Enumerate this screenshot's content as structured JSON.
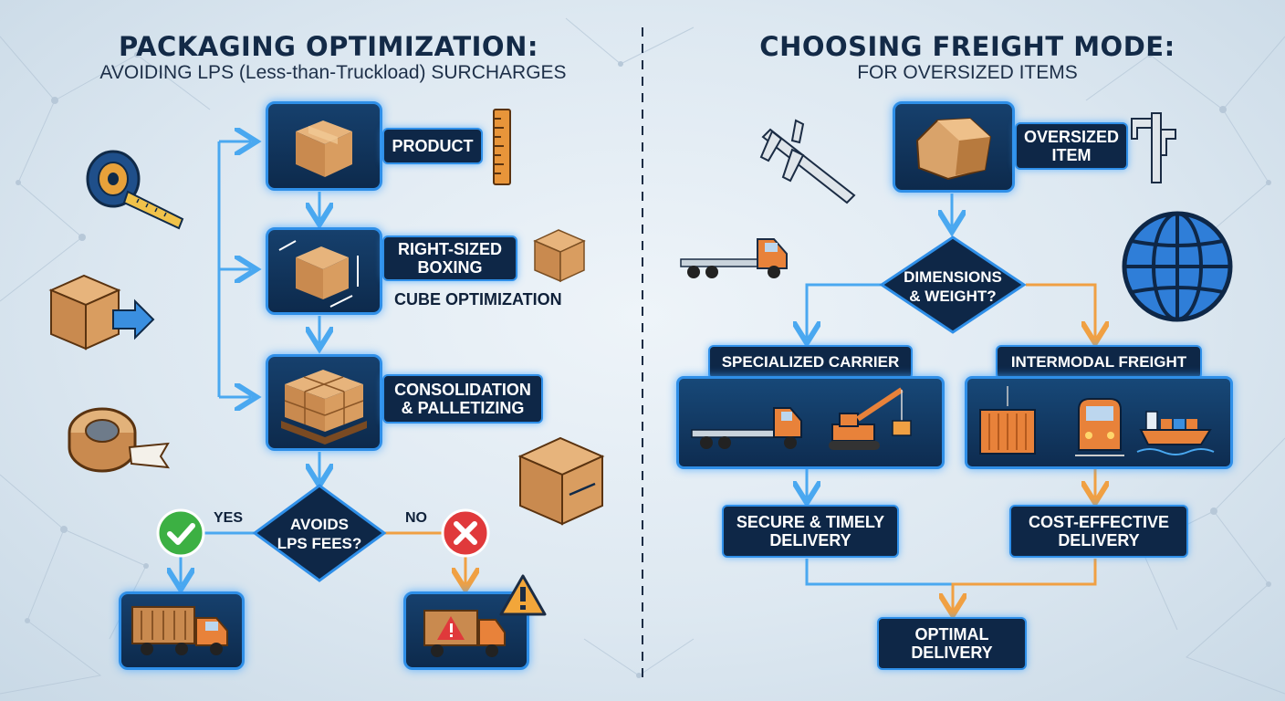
{
  "left": {
    "title": "PACKAGING OPTIMIZATION:",
    "subtitle": "AVOIDING LPS (Less-than-Truckload) SURCHARGES",
    "steps": {
      "product": "PRODUCT",
      "right_sized_1": "RIGHT-SIZED",
      "right_sized_2": "BOXING",
      "cube": "CUBE OPTIMIZATION",
      "consolidation_1": "CONSOLIDATION",
      "consolidation_2": "& PALLETIZING"
    },
    "decision_1": "AVOIDS",
    "decision_2": "LPS FEES?",
    "yes": "YES",
    "no": "NO"
  },
  "right": {
    "title": "CHOOSING FREIGHT MODE:",
    "subtitle": "FOR OVERSIZED ITEMS",
    "oversized_1": "OVERSIZED",
    "oversized_2": "ITEM",
    "decision_1": "DIMENSIONS",
    "decision_2": "& WEIGHT?",
    "specialized": "SPECIALIZED CARRIER",
    "intermodal": "INTERMODAL FREIGHT",
    "secure_1": "SECURE & TIMELY",
    "secure_2": "DELIVERY",
    "cost_1": "COST-EFFECTIVE",
    "cost_2": "DELIVERY",
    "optimal_1": "OPTIMAL",
    "optimal_2": "DELIVERY"
  },
  "colors": {
    "navy": "#0e2747",
    "glow_blue": "#2f8fe8",
    "arrow_blue": "#4aa8f0",
    "arrow_orange": "#f0a043",
    "box_tan": "#d9a36a",
    "truck_orange": "#e8823a",
    "yes_green": "#3cb043",
    "no_red": "#e0393b"
  },
  "icons": [
    "tape-measure-icon",
    "box-arrow-icon",
    "packing-tape-icon",
    "ruler-icon",
    "box-icon",
    "pallet-icon",
    "check-icon",
    "x-icon",
    "truck-icon",
    "warning-icon",
    "caliper-icon",
    "rock-icon",
    "flatbed-truck-icon",
    "globe-icon",
    "crane-icon",
    "container-icon",
    "train-icon",
    "ship-icon"
  ]
}
